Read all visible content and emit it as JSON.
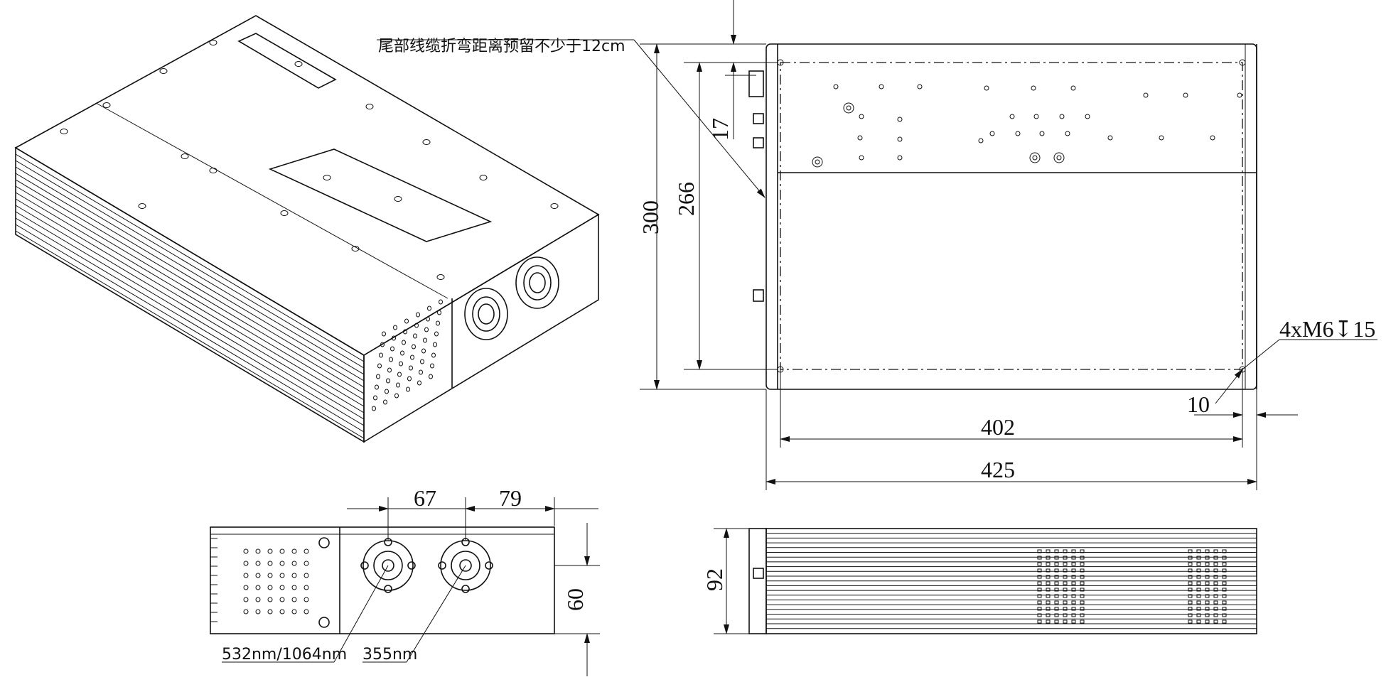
{
  "note_cable": "尾部线缆折弯距离预留不少于12cm",
  "dimensions": {
    "d300": "300",
    "d266": "266",
    "d17": "17",
    "d402": "402",
    "d425": "425",
    "d10": "10",
    "d67": "67",
    "d79": "79",
    "d60": "60",
    "d92": "92"
  },
  "hole_spec": "4xM6↧15",
  "port_labels": {
    "left": "532nm/1064nm",
    "right": "355nm"
  },
  "views": [
    "isometric-view",
    "top-view",
    "front-view",
    "side-view"
  ]
}
